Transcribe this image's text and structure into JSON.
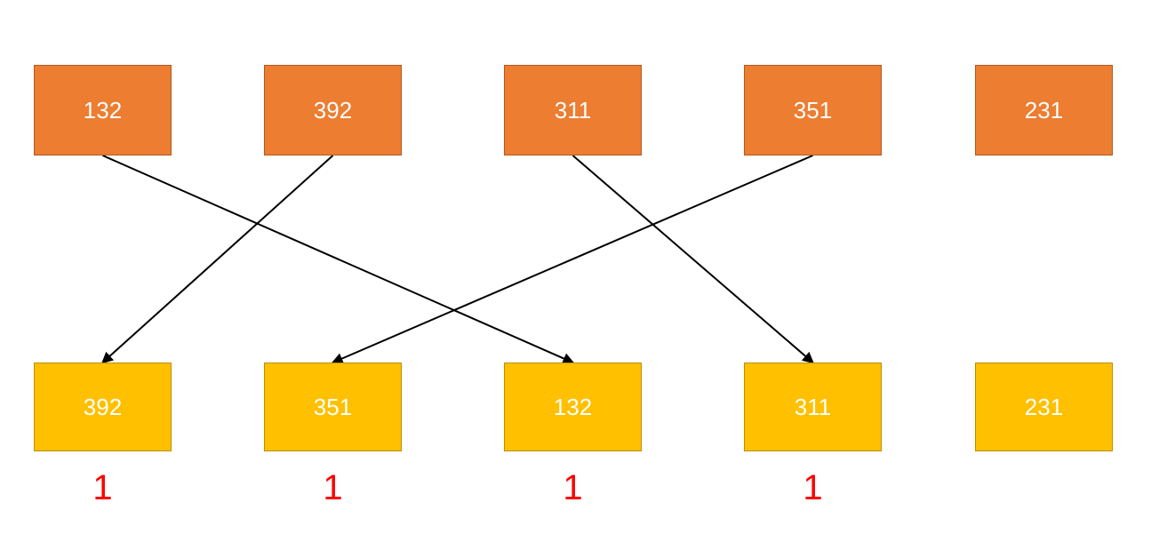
{
  "diagram": {
    "top_row": {
      "values": [
        "132",
        "392",
        "311",
        "351",
        "231"
      ]
    },
    "bottom_row": {
      "values": [
        "392",
        "351",
        "132",
        "311",
        "231"
      ],
      "count_labels": [
        "1",
        "1",
        "1",
        "1",
        ""
      ]
    },
    "arrows": [
      {
        "from_top_index": 0,
        "to_bottom_index": 2
      },
      {
        "from_top_index": 1,
        "to_bottom_index": 0
      },
      {
        "from_top_index": 2,
        "to_bottom_index": 3
      },
      {
        "from_top_index": 3,
        "to_bottom_index": 1
      }
    ],
    "colors": {
      "background": "#FFFFFF",
      "top_box_fill": "#ED7D31",
      "top_box_border": "#AE5A21",
      "bottom_box_fill": "#FFC000",
      "bottom_box_border": "#B98E00",
      "box_text": "#FFFFFF",
      "arrow": "#000000",
      "count_label": "#FF0000"
    }
  }
}
